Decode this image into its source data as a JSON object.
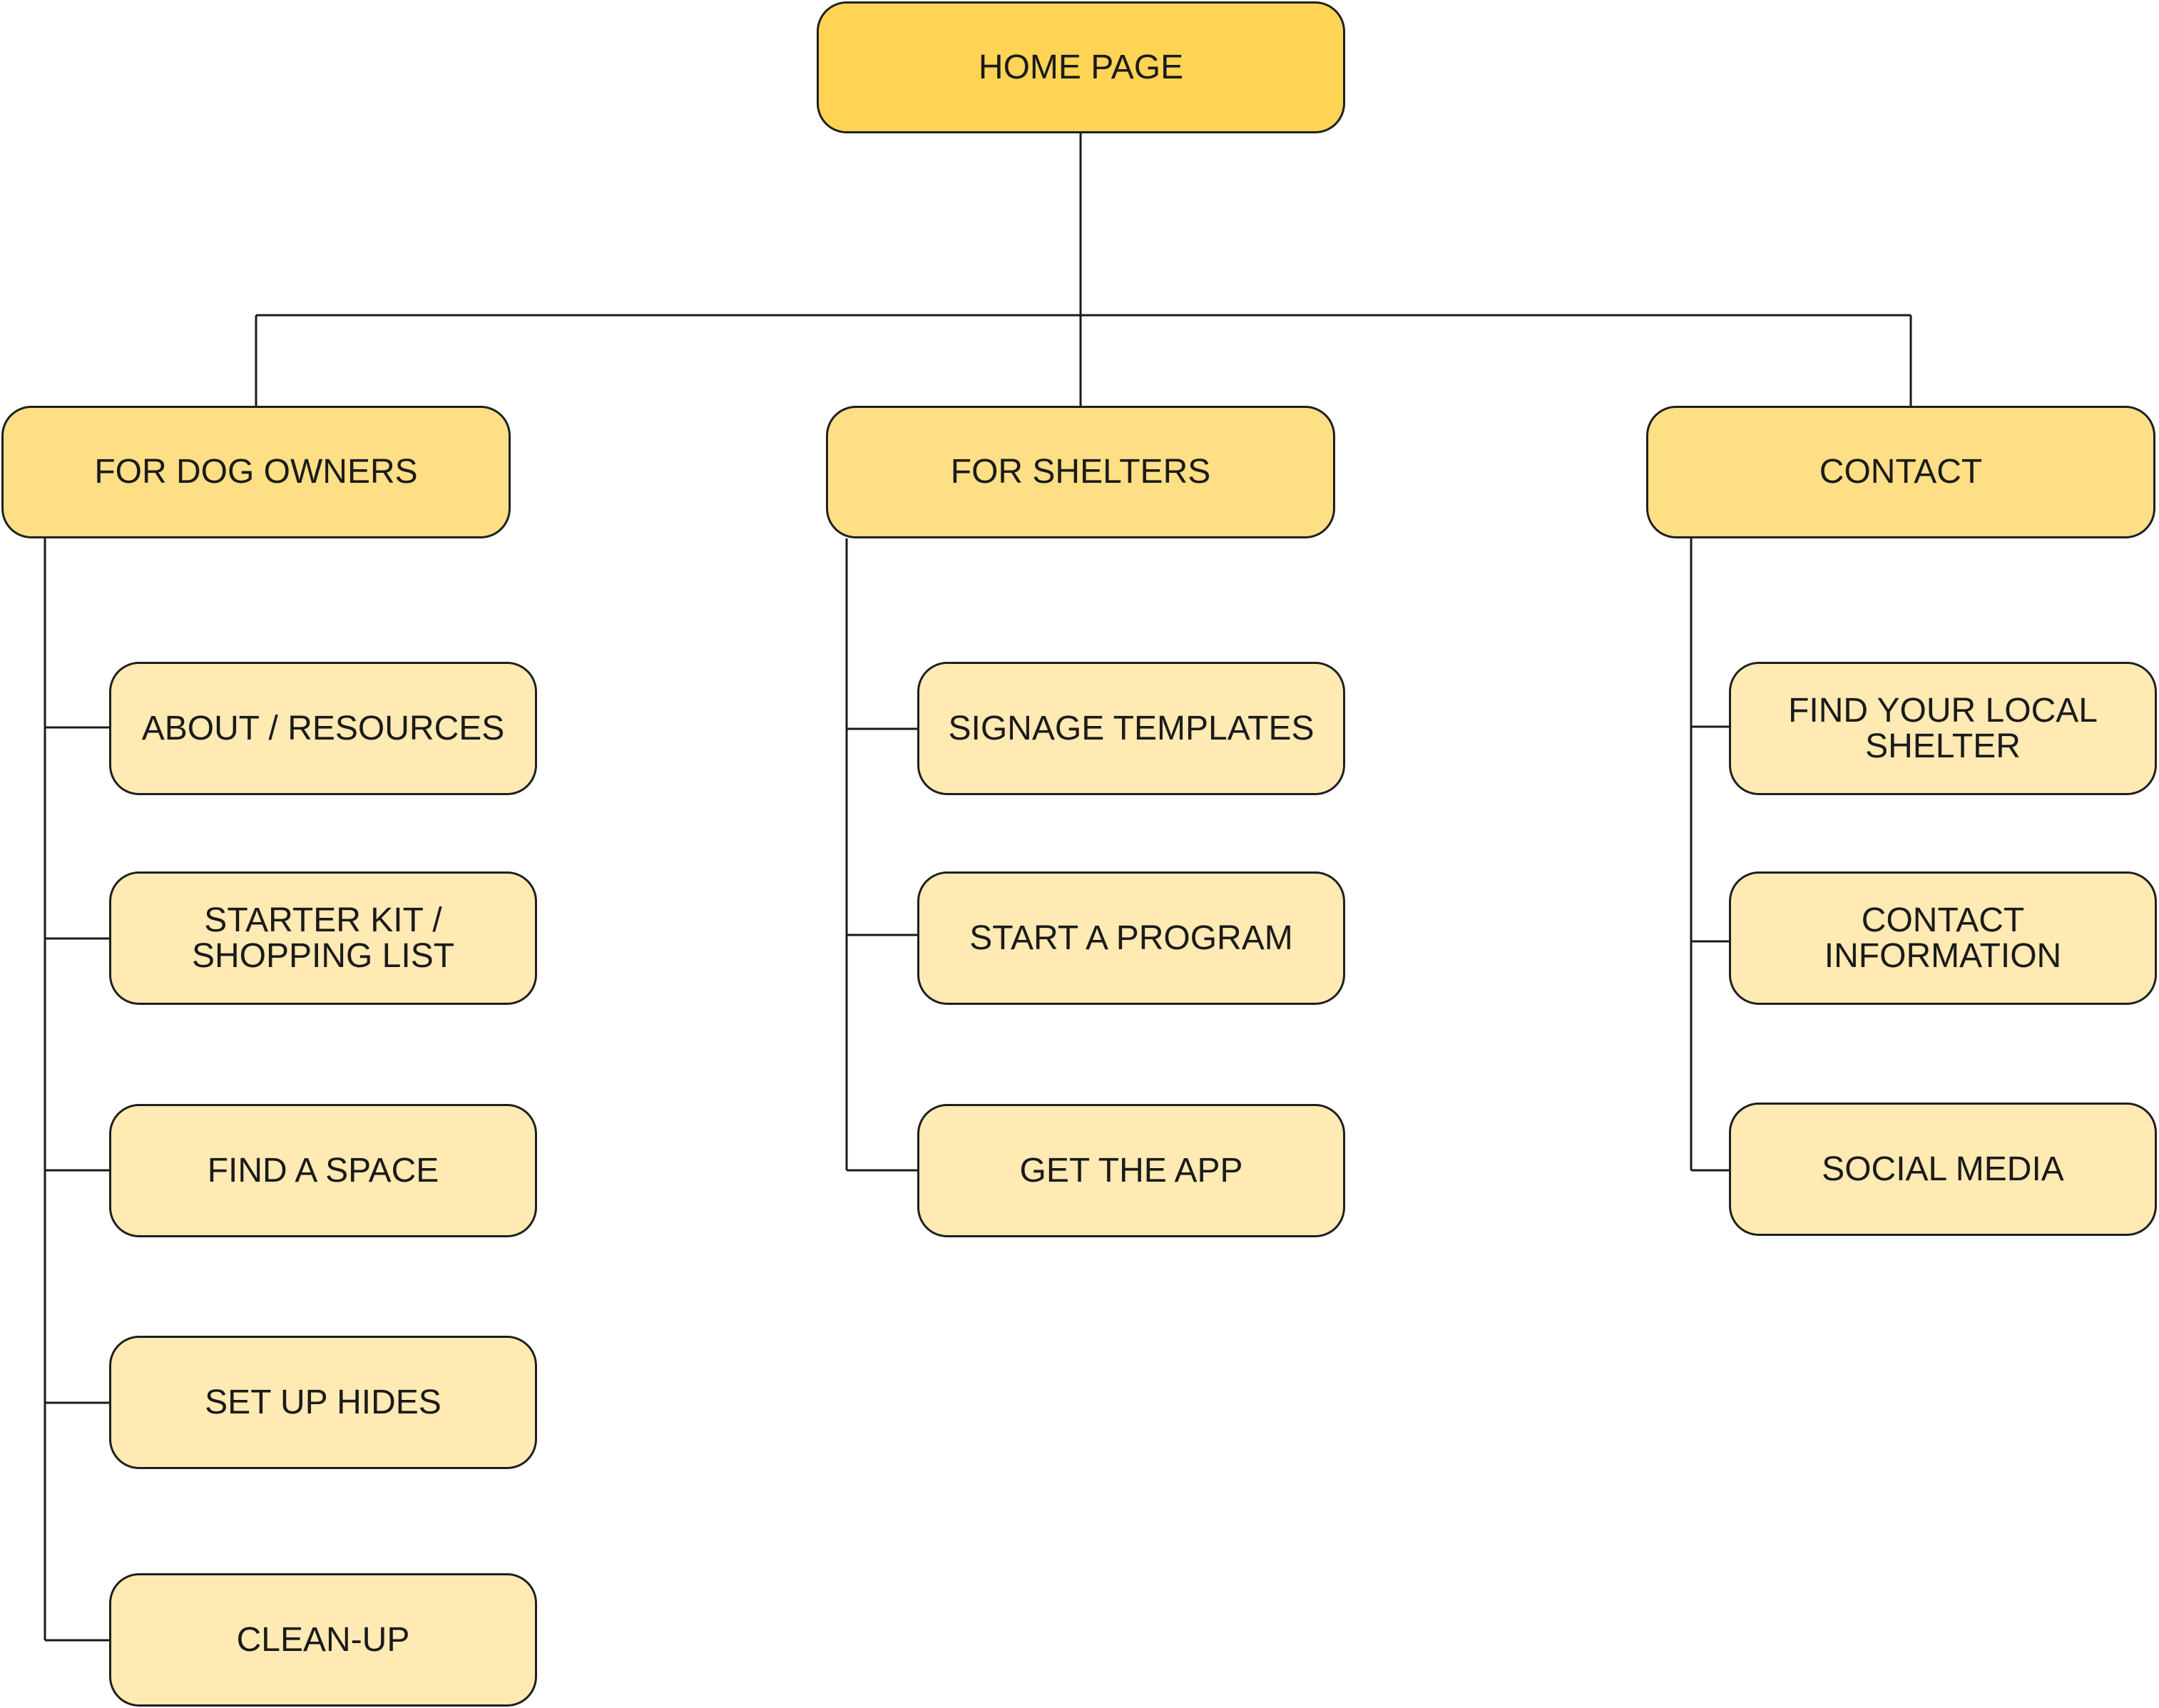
{
  "sitemap": {
    "home": {
      "label": "HOME PAGE"
    },
    "sections": [
      {
        "label": "FOR DOG OWNERS",
        "children": [
          "ABOUT / RESOURCES",
          "STARTER KIT /\nSHOPPING LIST",
          "FIND A SPACE",
          "SET UP HIDES",
          "CLEAN-UP"
        ]
      },
      {
        "label": "FOR SHELTERS",
        "children": [
          "SIGNAGE TEMPLATES",
          "START A PROGRAM",
          "GET THE APP"
        ]
      },
      {
        "label": "CONTACT",
        "children": [
          "FIND YOUR LOCAL\nSHELTER",
          "CONTACT\nINFORMATION",
          "SOCIAL MEDIA"
        ]
      }
    ]
  },
  "colors": {
    "root_fill": "#FFD454",
    "section_fill": "#FFDF85",
    "leaf_fill": "#FFEAB3",
    "stroke": "#1F1F1F"
  }
}
